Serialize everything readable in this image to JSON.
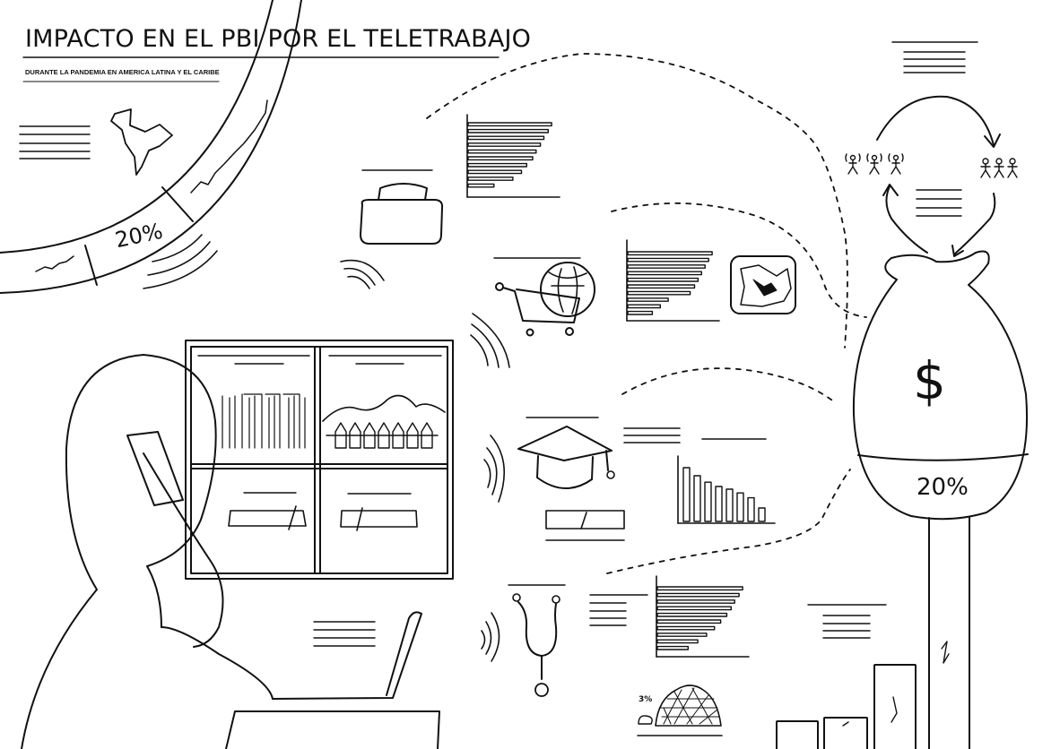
{
  "header": {
    "title": "IMPACTO EN EL PBI POR EL TELETRABAJO",
    "subtitle": "DURANTE LA PANDEMIA EN AMERICA LATINA Y EL CARIBE"
  },
  "labels": {
    "globe_percent": "20%",
    "money_bag_percent": "20%",
    "money_symbol": "$",
    "food_percent": "3%"
  },
  "icons": [
    "globe-icon",
    "briefcase-icon",
    "shopping-cart-icon",
    "map-icon",
    "graduation-cap-icon",
    "stethoscope-icon",
    "food-pile-icon",
    "money-bag-icon",
    "people-icon",
    "remote-workers-icon",
    "person-icon",
    "laptop-icon",
    "wifi-signal-icon"
  ],
  "colors": {
    "ink": "#111111",
    "background": "#ffffff"
  },
  "mini_charts": {
    "top_bars": [
      0.97,
      0.93,
      0.88,
      0.84,
      0.79,
      0.75,
      0.68,
      0.62,
      0.52,
      0.3
    ],
    "middle_bars": [
      0.96,
      0.92,
      0.88,
      0.84,
      0.8,
      0.76,
      0.71,
      0.46,
      0.37,
      0.28
    ],
    "bottom_bars": [
      0.97,
      0.93,
      0.88,
      0.84,
      0.79,
      0.72,
      0.65,
      0.56,
      0.46,
      0.35
    ],
    "column_bars": [
      1.0,
      0.85,
      0.73,
      0.65,
      0.6,
      0.53,
      0.44,
      0.25
    ],
    "corner_columns": [
      0.33,
      0.33,
      0.92
    ]
  }
}
